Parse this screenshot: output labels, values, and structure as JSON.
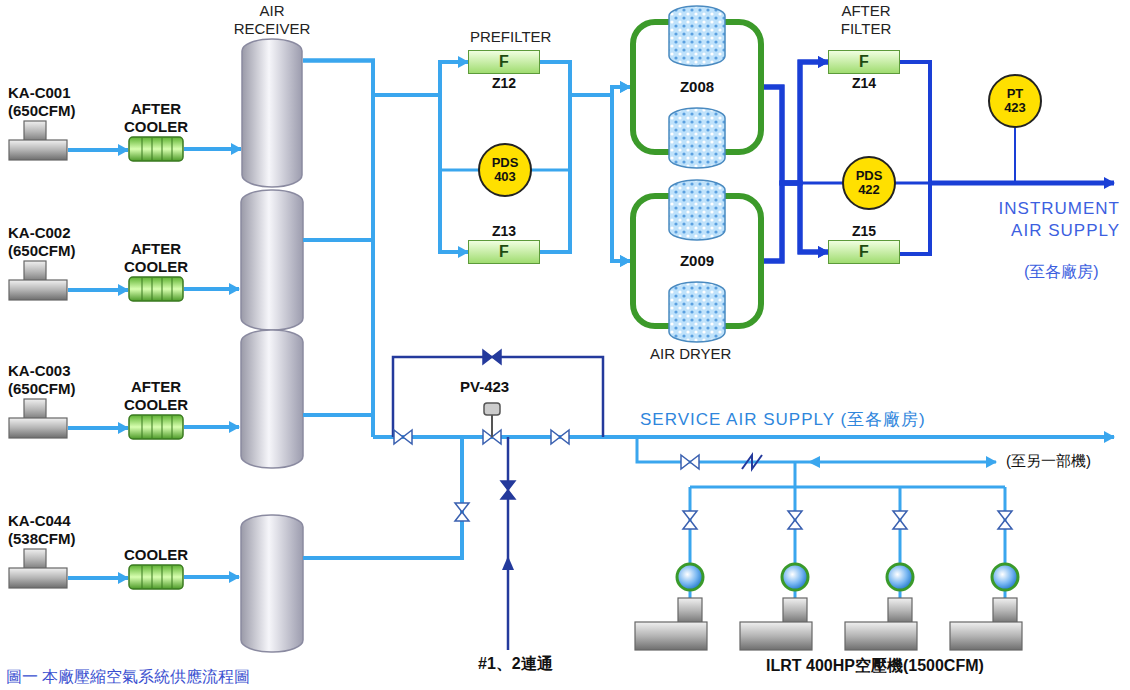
{
  "diagram": {
    "caption": "圖一 本廠壓縮空氣系統供應流程圖",
    "nodes": [
      {
        "text": [
          "KA-C001 (650CFM)"
        ]
      },
      {
        "text": [
          "AFTER COOLER"
        ]
      },
      {
        "text": [
          "AIR RECEIVER"
        ]
      },
      {
        "text": [
          "KA-C002 (650CFM)"
        ]
      },
      {
        "text": [
          "AFTER COOLER"
        ]
      },
      {
        "text": [
          "KA-C003 (650CFM)"
        ]
      },
      {
        "text": [
          "AFTER COOLER"
        ]
      },
      {
        "text": [
          "KA-C044 (538CFM)"
        ]
      },
      {
        "text": [
          "COOLER"
        ]
      },
      {
        "text": [
          "F",
          "Z12"
        ]
      },
      {
        "text": [
          "PDS 403"
        ]
      },
      {
        "text": [
          "F",
          "Z13"
        ]
      },
      {
        "text": [
          "Z008"
        ]
      },
      {
        "text": [
          "Z009"
        ]
      },
      {
        "text": [
          "F",
          "Z14"
        ]
      },
      {
        "text": [
          "PDS 422"
        ]
      },
      {
        "text": [
          "F",
          "Z15"
        ]
      },
      {
        "text": [
          "PT 423"
        ]
      }
    ],
    "edges": [
      {
        "from": 0,
        "to": 1,
        "arrow": "to"
      },
      {
        "from": 1,
        "to": 2,
        "arrow": "to"
      },
      {
        "from": 3,
        "to": 4,
        "arrow": "to"
      },
      {
        "from": 5,
        "to": 6,
        "arrow": "to"
      },
      {
        "from": 7,
        "to": 8,
        "arrow": "to"
      },
      {
        "from": 2,
        "to": 9,
        "arrow": "to"
      },
      {
        "from": 2,
        "to": 11,
        "arrow": "to"
      },
      {
        "from": 9,
        "to": 12,
        "arrow": "to"
      },
      {
        "from": 9,
        "to": 13,
        "arrow": "to"
      },
      {
        "from": 11,
        "to": 12,
        "arrow": "to"
      },
      {
        "from": 11,
        "to": 13,
        "arrow": "to"
      },
      {
        "from": 12,
        "to": 14,
        "arrow": "to"
      },
      {
        "from": 12,
        "to": 16,
        "arrow": "to"
      },
      {
        "from": 13,
        "to": 14,
        "arrow": "to"
      },
      {
        "from": 13,
        "to": 16,
        "arrow": "to"
      }
    ],
    "labels": [
      "PREFILTER",
      "AIR DRYER",
      "AFTER FILTER",
      "INSTRUMENT AIR SUPPLY",
      "(至各廠房)",
      "PV-423",
      "SERVICE AIR SUPPLY (至各廠房)",
      "(至另一部機)",
      "#1、2連通",
      "ILRT 400HP空壓機(1500CFM)"
    ]
  }
}
